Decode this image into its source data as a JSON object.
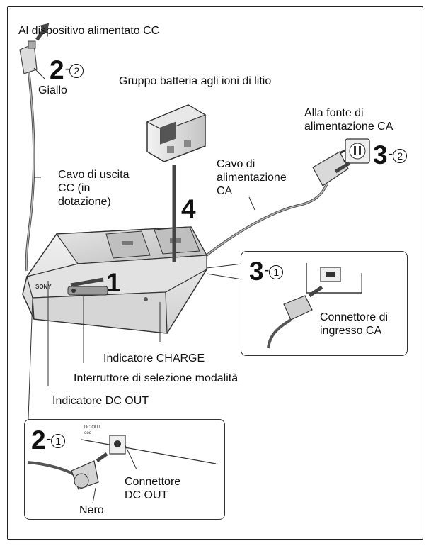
{
  "labels": {
    "dc_device": "Al dispositivo alimentato CC",
    "yellow": "Giallo",
    "battery": "Gruppo batteria agli ioni di litio",
    "ac_source": "Alla fonte di alimentazione CA",
    "ac_cable": "Cavo di alimentazione CA",
    "dc_cable": "Cavo di uscita CC (in dotazione)",
    "ac_connector": "Connettore di ingresso CA",
    "charge_indicator": "Indicatore CHARGE",
    "mode_switch": "Interruttore di selezione modalità",
    "dcout_indicator": "Indicatore DC OUT",
    "dcout_connector": "Connettore DC OUT",
    "black": "Nero",
    "brand": "SONY"
  },
  "steps": {
    "s2_2": {
      "num": "2",
      "dash": "-",
      "circ": "2"
    },
    "s3_2": {
      "num": "3",
      "dash": "-",
      "circ": "2"
    },
    "s3_1": {
      "num": "3",
      "dash": "-",
      "circ": "1"
    },
    "s2_1": {
      "num": "2",
      "dash": "-",
      "circ": "1"
    },
    "s1": "1",
    "s4": "4"
  }
}
